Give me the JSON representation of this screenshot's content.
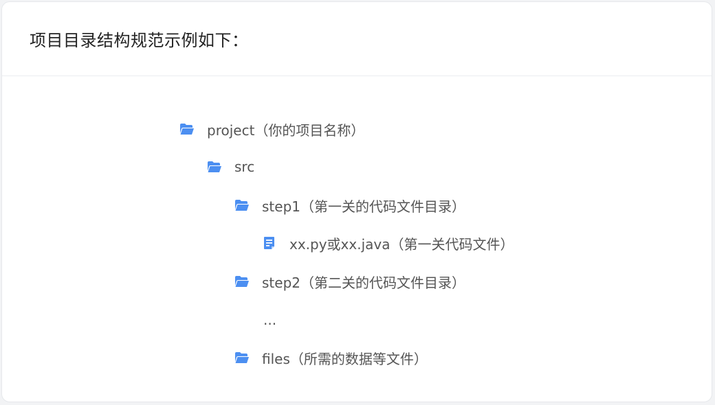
{
  "header": {
    "title": "项目目录结构规范示例如下："
  },
  "tree": {
    "items": [
      {
        "label": "project（你的项目名称）",
        "icon": "folder-open-icon"
      },
      {
        "label": "src",
        "icon": "folder-open-icon"
      },
      {
        "label": "step1（第一关的代码文件目录）",
        "icon": "folder-open-icon"
      },
      {
        "label": "xx.py或xx.java（第一关代码文件）",
        "icon": "file-icon"
      },
      {
        "label": "step2（第二关的代码文件目录）",
        "icon": "folder-open-icon"
      },
      {
        "label": "...",
        "icon": ""
      },
      {
        "label": "files（所需的数据等文件）",
        "icon": "folder-open-icon"
      }
    ]
  },
  "colors": {
    "accent": "#4c8ff1",
    "text": "#555555",
    "title": "#222222",
    "border": "#ebedf0"
  }
}
